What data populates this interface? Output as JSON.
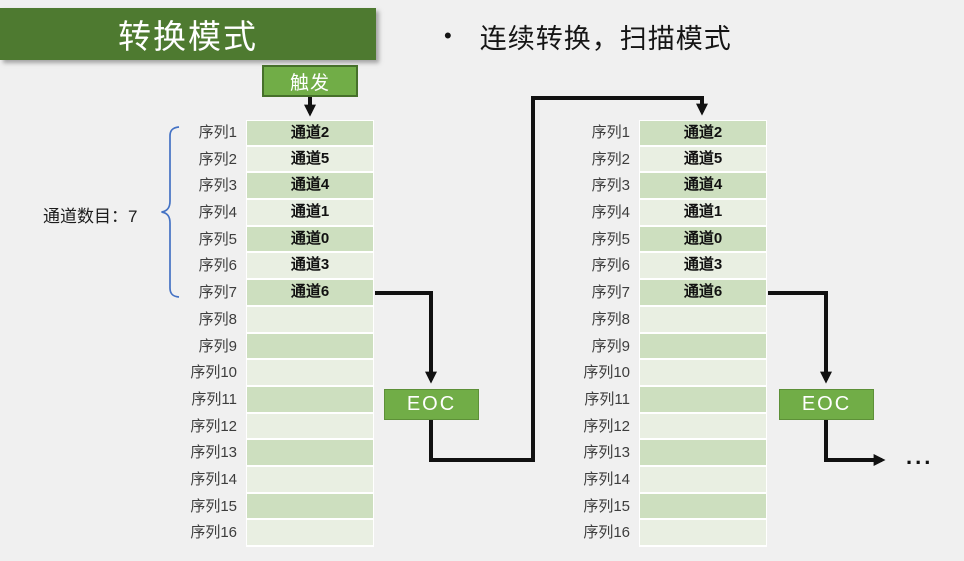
{
  "title_banner": {
    "label": "转换模式"
  },
  "bullet_item": {
    "marker": "•",
    "text": "连续转换，扫描模式"
  },
  "trigger_box": {
    "label": "触发"
  },
  "eoc_box": {
    "label": "EOC"
  },
  "channel_count": {
    "label": "通道数目：7"
  },
  "continuation": {
    "label": "..."
  },
  "tables": {
    "rows": [
      {
        "sequence": "序列1",
        "channel": "通道2"
      },
      {
        "sequence": "序列2",
        "channel": "通道5"
      },
      {
        "sequence": "序列3",
        "channel": "通道4"
      },
      {
        "sequence": "序列4",
        "channel": "通道1"
      },
      {
        "sequence": "序列5",
        "channel": "通道0"
      },
      {
        "sequence": "序列6",
        "channel": "通道3"
      },
      {
        "sequence": "序列7",
        "channel": "通道6"
      },
      {
        "sequence": "序列8",
        "channel": ""
      },
      {
        "sequence": "序列9",
        "channel": ""
      },
      {
        "sequence": "序列10",
        "channel": ""
      },
      {
        "sequence": "序列11",
        "channel": ""
      },
      {
        "sequence": "序列12",
        "channel": ""
      },
      {
        "sequence": "序列13",
        "channel": ""
      },
      {
        "sequence": "序列14",
        "channel": ""
      },
      {
        "sequence": "序列15",
        "channel": ""
      },
      {
        "sequence": "序列16",
        "channel": ""
      }
    ]
  },
  "colors": {
    "bg": "#f0f0f0",
    "banner_green": "#4e7a30",
    "box_green": "#71ad47",
    "box_border_green": "#46702a",
    "row_dark": "#cddfbf",
    "row_light": "#e9efe2",
    "brace_blue": "#4472c4",
    "arrow_black": "#111111",
    "label_text": "#3d3d3d",
    "cell_text": "#111111"
  }
}
